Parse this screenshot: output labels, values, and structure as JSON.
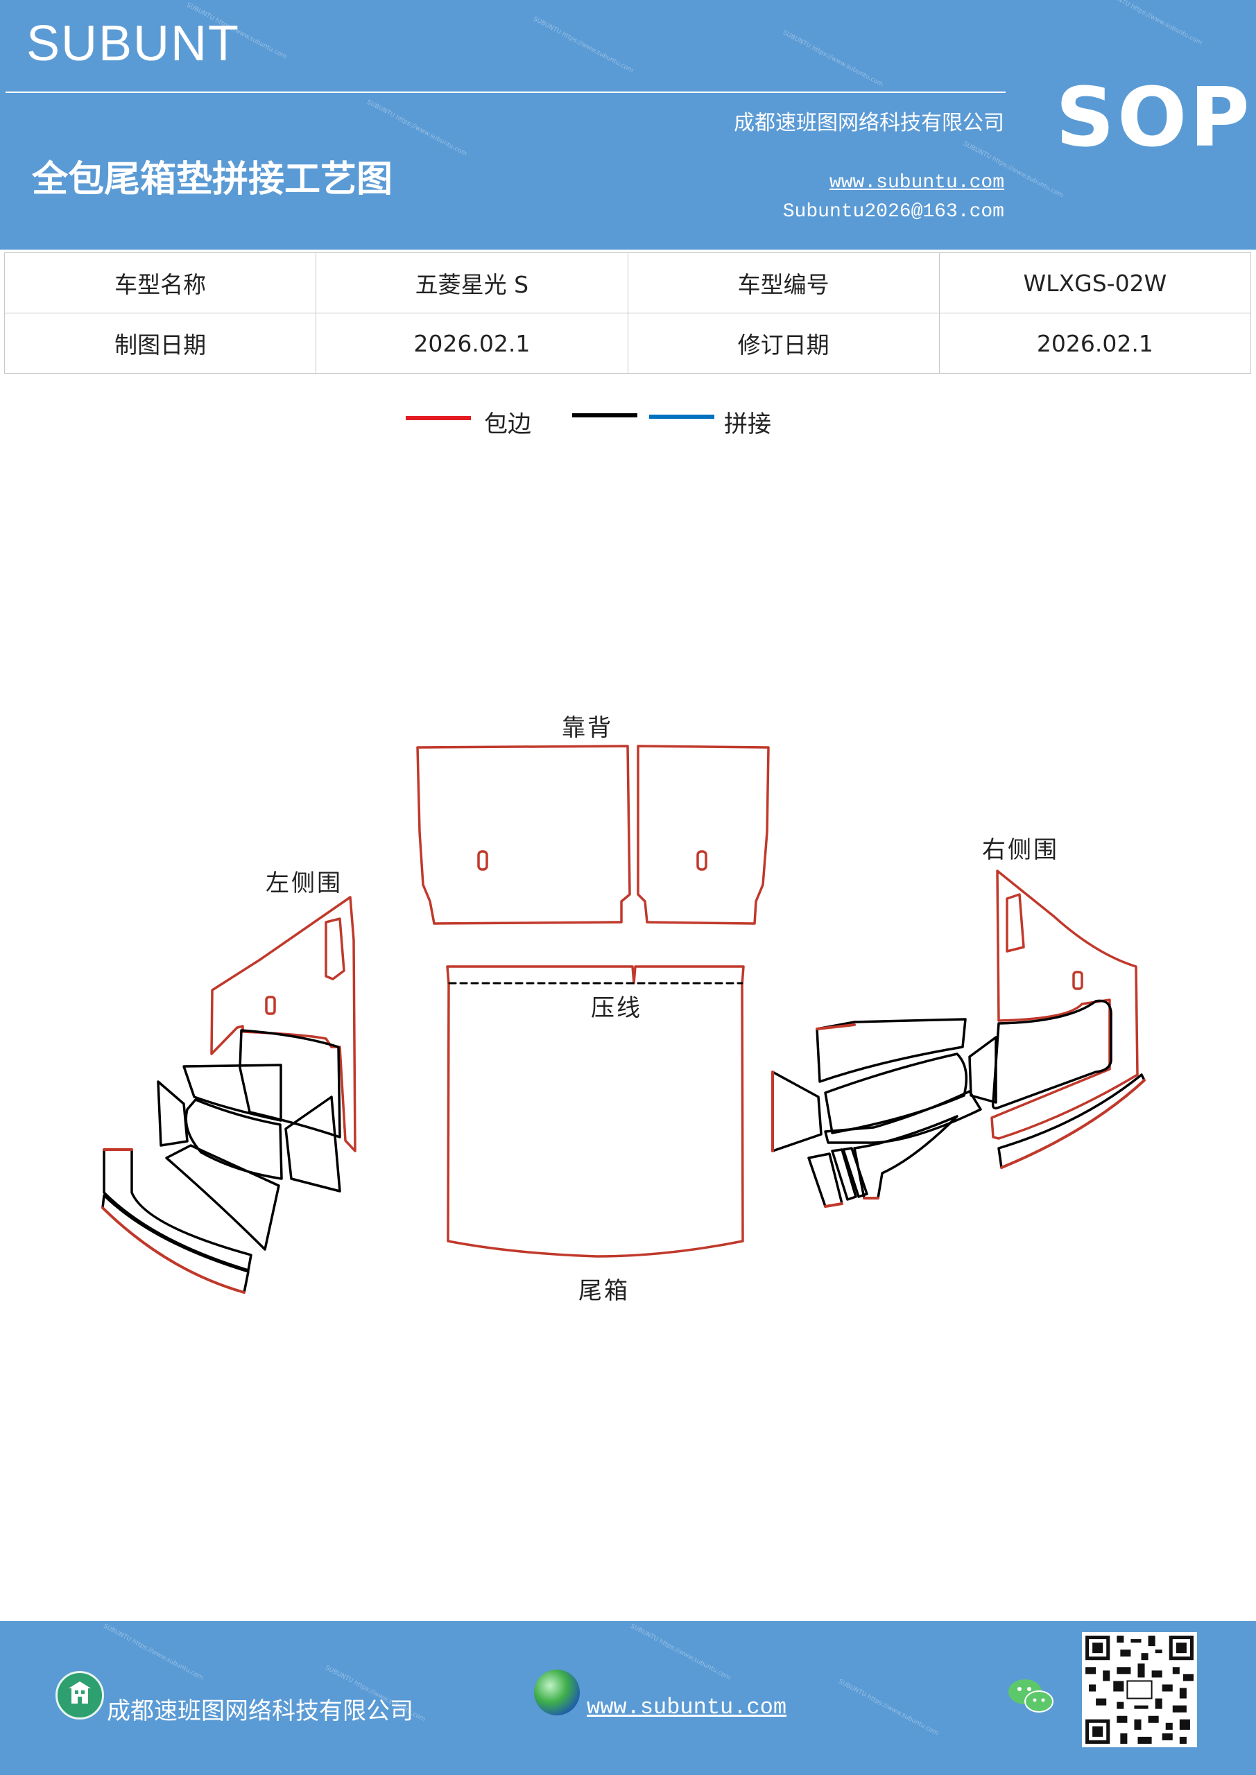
{
  "header": {
    "brand": "SUBUNT",
    "badge": "SOP",
    "company": "成都速班图网络科技有限公司",
    "title": "全包尾箱垫拼接工艺图",
    "website": "www.subuntu.com",
    "email": "Subuntu2026@163.com"
  },
  "info_table": {
    "row1": [
      "车型名称",
      "五菱星光 S",
      "车型编号",
      "WLXGS-02W"
    ],
    "row2": [
      "制图日期",
      "2026.02.1",
      "修订日期",
      "2026.02.1"
    ]
  },
  "legend": {
    "wrap_label": "包边",
    "splice_label": "拼接",
    "colors": {
      "wrap": "#e31c23",
      "black": "#000000",
      "blue": "#0070c0"
    }
  },
  "diagram": {
    "labels": {
      "backrest": "靠背",
      "left_side": "左侧围",
      "right_side": "右侧围",
      "crease": "压线",
      "trunk": "尾箱"
    },
    "colors": {
      "edge": "#c0392b",
      "seam": "#000000"
    }
  },
  "footer": {
    "company": "成都速班图网络科技有限公司",
    "website": "www.subuntu.com "
  },
  "icons": [
    "building-icon",
    "globe-icon",
    "wechat-icon",
    "qr-code"
  ]
}
